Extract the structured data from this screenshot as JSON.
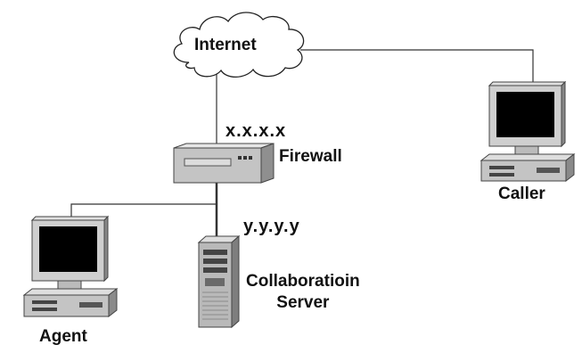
{
  "diagram": {
    "nodes": {
      "internet": {
        "label": "Internet",
        "icon": "cloud-icon"
      },
      "firewall": {
        "label": "Firewall",
        "address": "x.x.x.x",
        "icon": "firewall-icon"
      },
      "server": {
        "label_line1": "Collaboratioin",
        "label_line2": "Server",
        "address": "y.y.y.y",
        "icon": "server-tower-icon"
      },
      "caller": {
        "label": "Caller",
        "icon": "desktop-computer-icon"
      },
      "agent": {
        "label": "Agent",
        "icon": "desktop-computer-icon"
      }
    },
    "connections": [
      [
        "internet",
        "firewall"
      ],
      [
        "internet",
        "caller"
      ],
      [
        "firewall",
        "server"
      ],
      [
        "firewall",
        "agent"
      ]
    ]
  }
}
